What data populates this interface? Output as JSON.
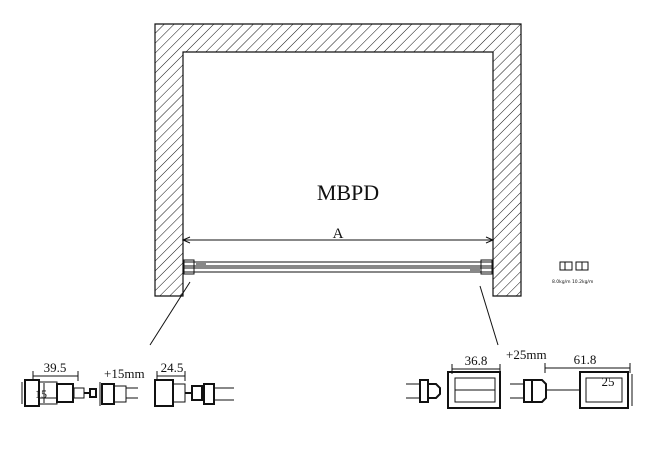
{
  "title": "MBPD",
  "width_label": "A",
  "left_profile": {
    "dim_width": "39.5",
    "dim_height": "15",
    "adjust": "+15mm",
    "dim_closed": "24.5"
  },
  "right_profile": {
    "dim_open": "36.8",
    "adjust": "+25mm",
    "dim_width": "61.8",
    "dim_height": "25"
  },
  "legend_icon": "profile-cross-section-icon",
  "legend_note": "8.0kg/m  10.2kg/m",
  "colors": {
    "line": "#111111",
    "background": "#ffffff"
  }
}
